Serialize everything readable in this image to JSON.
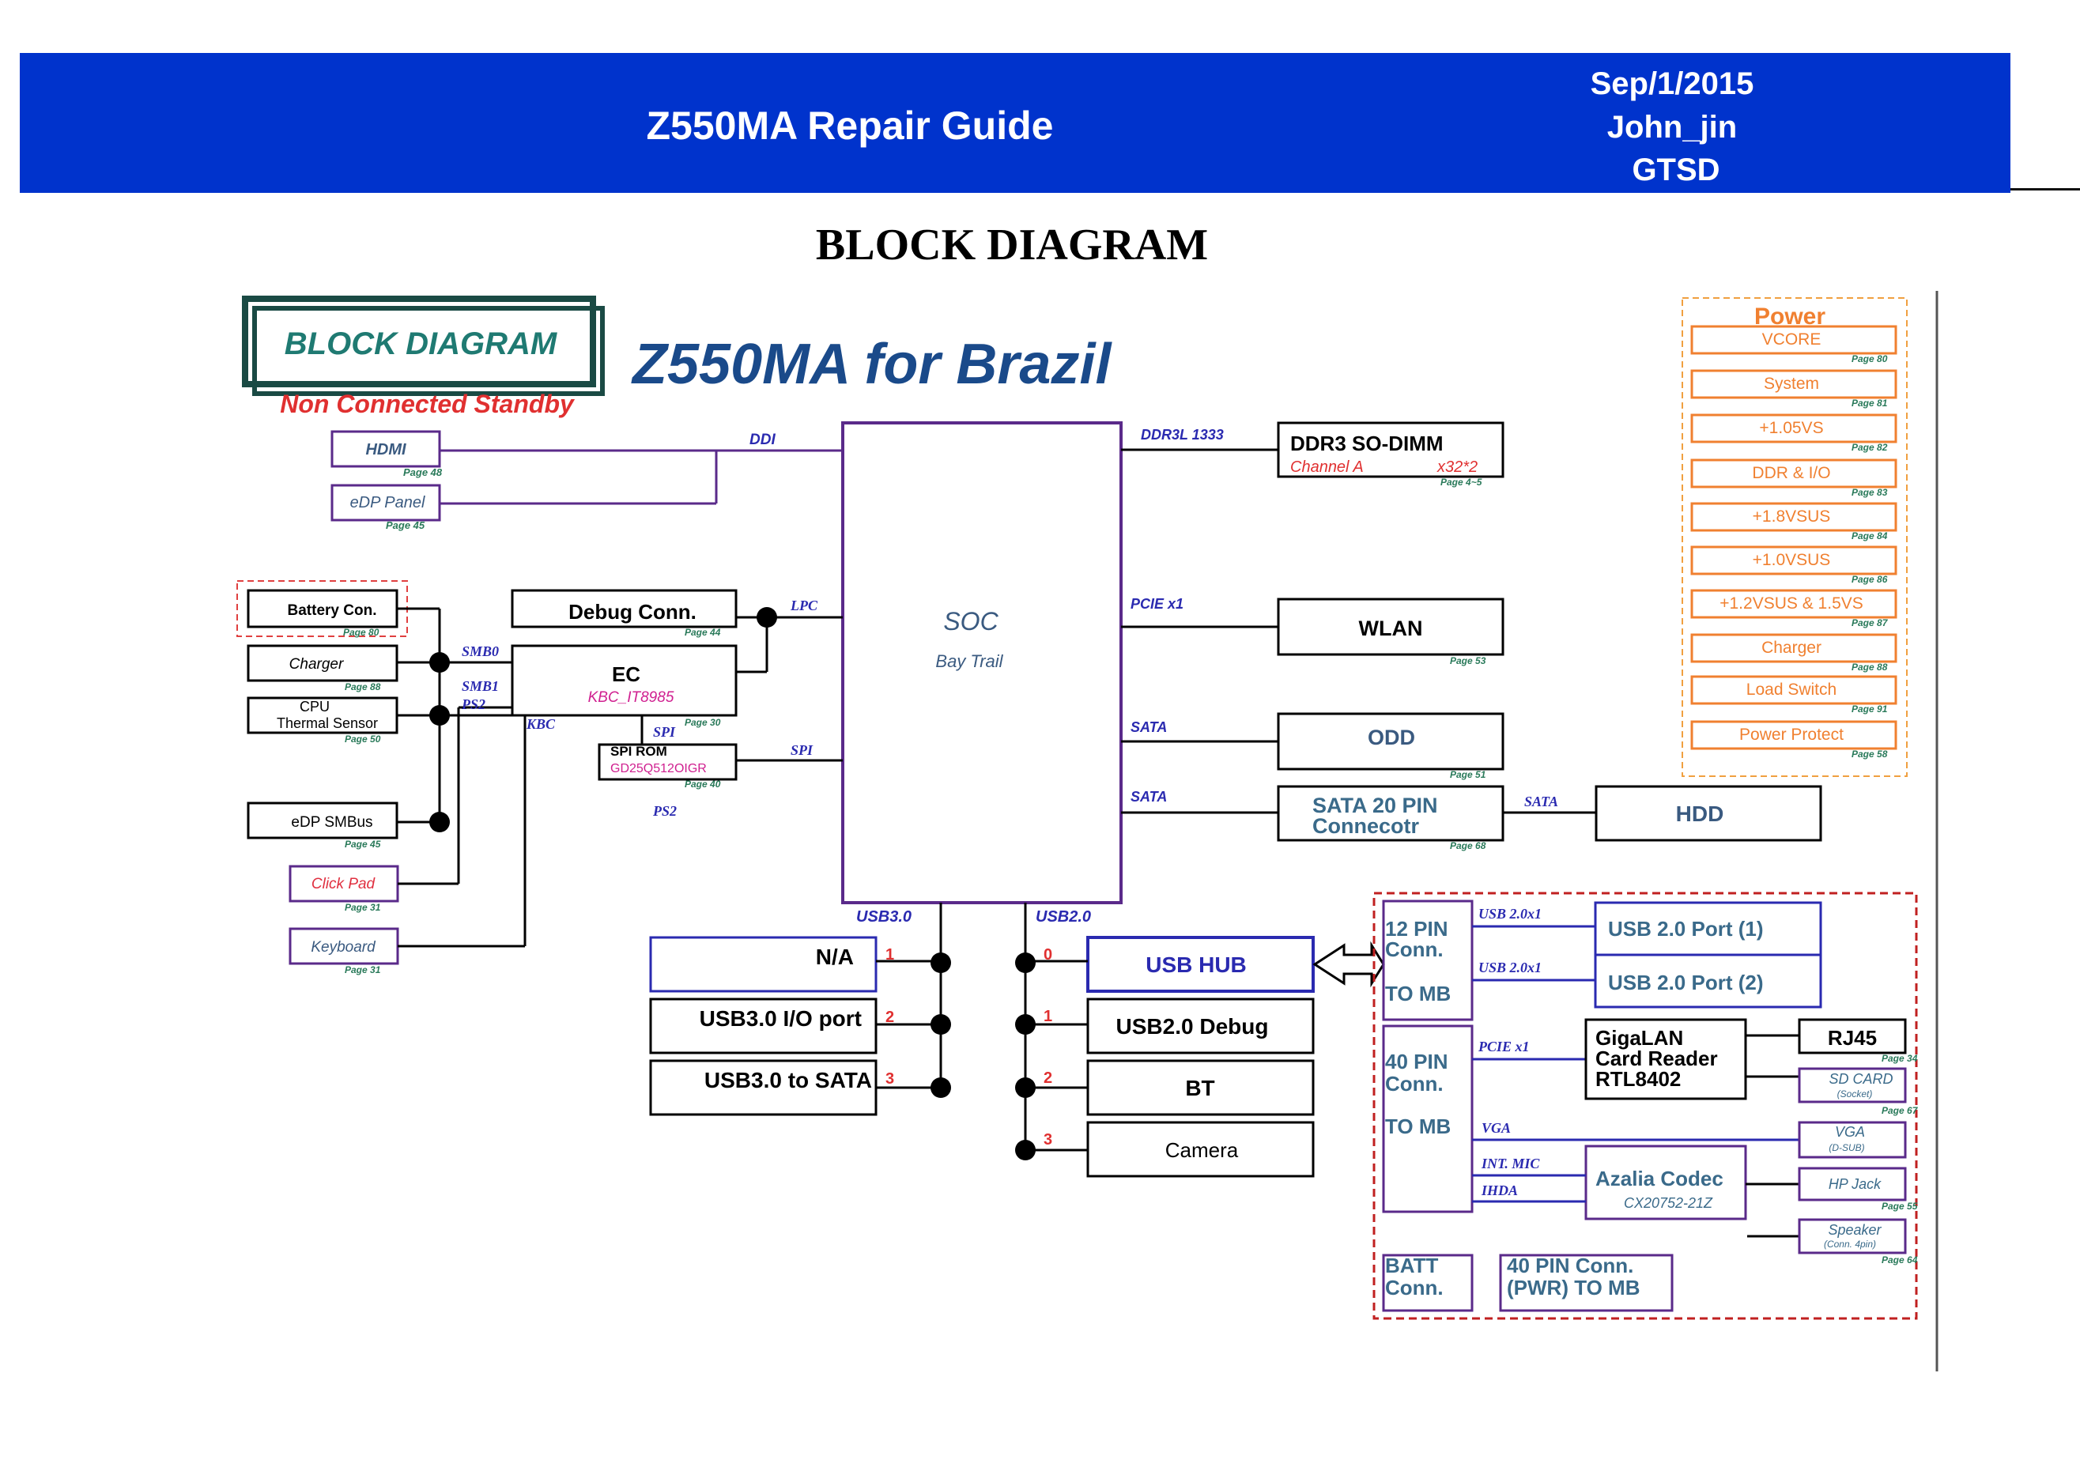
{
  "header": {
    "title": "Z550MA Repair Guide",
    "date": "Sep/1/2015",
    "author": "John_jin",
    "dept": "GTSD"
  },
  "page_title": "BLOCK DIAGRAM",
  "diagram": {
    "badge": "BLOCK DIAGRAM",
    "badge_sub": "Non Connected Standby",
    "title": "Z550MA for Brazil",
    "soc": {
      "name": "SOC",
      "sub": "Bay Trail"
    },
    "left_blocks": {
      "hdmi": "HDMI",
      "hdmi_page": "Page 48",
      "edp": "eDP Panel",
      "edp_page": "Page 45",
      "battery": "Battery Con.",
      "battery_page": "Page 80",
      "charger": "Charger",
      "charger_page": "Page 88",
      "cpu_sensor_1": "CPU",
      "cpu_sensor_2": "Thermal Sensor",
      "cpu_sensor_page": "Page 50",
      "edp_smbus": "eDP SMBus",
      "edp_smbus_page": "Page 45",
      "clickpad": "Click Pad",
      "clickpad_page": "Page 31",
      "keyboard": "Keyboard",
      "keyboard_page": "Page 31",
      "debug": "Debug Conn.",
      "debug_page": "Page 44",
      "ec": "EC",
      "ec_chip": "KBC_IT8985",
      "ec_page": "Page 30",
      "spirom": "SPI ROM",
      "spirom_chip": "GD25Q512OIGR",
      "spirom_page": "Page 40"
    },
    "bus_labels": {
      "ddi": "DDI",
      "lpc": "LPC",
      "smb0": "SMB0",
      "smb1": "SMB1",
      "ps2a": "PS2",
      "kbc": "KBC",
      "spi_a": "SPI",
      "spi_b": "SPI",
      "ps2b": "PS2",
      "ddr": "DDR3L 1333",
      "pcie": "PCIE x1",
      "sata1": "SATA",
      "sata2": "SATA",
      "sata3": "SATA",
      "usb3": "USB3.0",
      "usb2": "USB2.0"
    },
    "right_blocks": {
      "dimm": "DDR3 SO-DIMM",
      "dimm_ch": "Channel A",
      "dimm_x": "x32*2",
      "dimm_page": "Page 4~5",
      "wlan": "WLAN",
      "wlan_page": "Page 53",
      "odd": "ODD",
      "odd_page": "Page 51",
      "sata20_1": "SATA 20 PIN",
      "sata20_2": "Connecotr",
      "sata20_page": "Page 68",
      "hdd": "HDD"
    },
    "usb3_ports": [
      {
        "num": "1",
        "label": "N/A"
      },
      {
        "num": "2",
        "label": "USB3.0 I/O port"
      },
      {
        "num": "3",
        "label": "USB3.0 to SATA"
      }
    ],
    "usb2_ports": [
      {
        "num": "0",
        "label": "USB HUB"
      },
      {
        "num": "1",
        "label": "USB2.0 Debug"
      },
      {
        "num": "2",
        "label": "BT"
      },
      {
        "num": "3",
        "label": "Camera"
      }
    ],
    "power": {
      "title": "Power",
      "items": [
        {
          "label": "VCORE",
          "page": "Page 80"
        },
        {
          "label": "System",
          "page": "Page 81"
        },
        {
          "label": "+1.05VS",
          "page": "Page 82"
        },
        {
          "label": "DDR & I/O",
          "page": "Page 83"
        },
        {
          "label": "+1.8VSUS",
          "page": "Page 84"
        },
        {
          "label": "+1.0VSUS",
          "page": "Page 86"
        },
        {
          "label": "+1.2VSUS & 1.5VS",
          "page": "Page 87"
        },
        {
          "label": "Charger",
          "page": "Page 88"
        },
        {
          "label": "Load Switch",
          "page": "Page 91"
        },
        {
          "label": "Power Protect",
          "page": "Page 58"
        }
      ]
    },
    "io_board": {
      "pin12_1": "12 PIN",
      "pin12_2": "Conn.",
      "pin12_3": "TO MB",
      "usb20x1_a": "USB 2.0x1",
      "usb20x1_b": "USB 2.0x1",
      "usbport1": "USB 2.0 Port (1)",
      "usbport2": "USB 2.0 Port (2)",
      "pin40_1": "40 PIN",
      "pin40_2": "Conn.",
      "pin40_3": "TO MB",
      "pcie": "PCIE x1",
      "giga_1": "GigaLAN",
      "giga_2": "Card Reader",
      "giga_3": "RTL8402",
      "rj45": "RJ45",
      "rj45_page": "Page 34",
      "sdcard": "SD CARD",
      "sdcard_sub": "(Socket)",
      "sdcard_page": "Page 67",
      "vga_bus": "VGA",
      "vga": "VGA",
      "vga_sub": "(D-SUB)",
      "intmic": "INT. MIC",
      "ihda": "IHDA",
      "codec": "Azalia Codec",
      "codec_chip": "CX20752-21Z",
      "hpjack": "HP Jack",
      "hpjack_page": "Page 55",
      "speaker": "Speaker",
      "speaker_sub": "(Conn. 4pin)",
      "speaker_page": "Page 64",
      "batt_1": "BATT",
      "batt_2": "Conn.",
      "pwr_1": "40 PIN Conn.",
      "pwr_2": "(PWR) TO MB"
    }
  }
}
